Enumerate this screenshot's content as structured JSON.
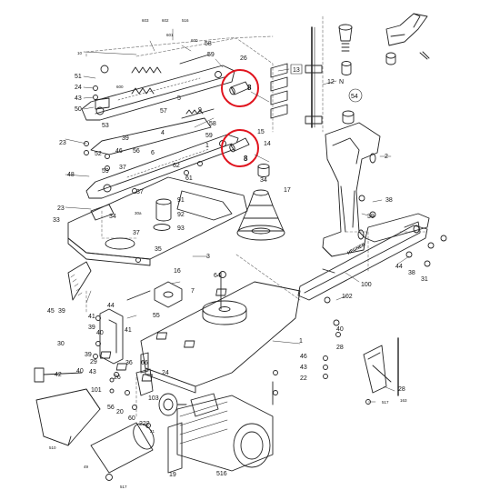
{
  "diagram": {
    "highlighted_part": "8",
    "machine_plate_text": "HEGNER",
    "callouts": [
      {
        "id": "c603",
        "text": "603"
      },
      {
        "id": "c602",
        "text": "602"
      },
      {
        "id": "c516",
        "text": "516"
      },
      {
        "id": "c601",
        "text": "601"
      },
      {
        "id": "c600a",
        "text": "600"
      },
      {
        "id": "c58a",
        "text": "58"
      },
      {
        "id": "c59a",
        "text": "59"
      },
      {
        "id": "c26a",
        "text": "26"
      },
      {
        "id": "c10",
        "text": "10"
      },
      {
        "id": "c51",
        "text": "51"
      },
      {
        "id": "c24a",
        "text": "24"
      },
      {
        "id": "c43a",
        "text": "43"
      },
      {
        "id": "c50",
        "text": "50"
      },
      {
        "id": "c600b",
        "text": "600"
      },
      {
        "id": "c5",
        "text": "5"
      },
      {
        "id": "c57",
        "text": "57"
      },
      {
        "id": "c53",
        "text": "53"
      },
      {
        "id": "c4",
        "text": "4"
      },
      {
        "id": "c9",
        "text": "9"
      },
      {
        "id": "c58b",
        "text": "58"
      },
      {
        "id": "c59b",
        "text": "59"
      },
      {
        "id": "c1a",
        "text": "1"
      },
      {
        "id": "c8a",
        "text": "8"
      },
      {
        "id": "c8b",
        "text": "8"
      },
      {
        "id": "c13",
        "text": "13"
      },
      {
        "id": "c12",
        "text": "12"
      },
      {
        "id": "cN",
        "text": "N"
      },
      {
        "id": "c54",
        "text": "54"
      },
      {
        "id": "c15",
        "text": "15"
      },
      {
        "id": "c23a",
        "text": "23"
      },
      {
        "id": "c52",
        "text": "52"
      },
      {
        "id": "c39a",
        "text": "39"
      },
      {
        "id": "c46a",
        "text": "46"
      },
      {
        "id": "c56a",
        "text": "56"
      },
      {
        "id": "c6",
        "text": "6"
      },
      {
        "id": "c37a",
        "text": "37"
      },
      {
        "id": "c14",
        "text": "14"
      },
      {
        "id": "c2",
        "text": "2"
      },
      {
        "id": "c48",
        "text": "48"
      },
      {
        "id": "c59c",
        "text": "59"
      },
      {
        "id": "c62",
        "text": "62"
      },
      {
        "id": "c61",
        "text": "61"
      },
      {
        "id": "c34",
        "text": "34"
      },
      {
        "id": "c17",
        "text": "17"
      },
      {
        "id": "c37b",
        "text": "37"
      },
      {
        "id": "c91",
        "text": "91"
      },
      {
        "id": "c92",
        "text": "92"
      },
      {
        "id": "c93",
        "text": "93"
      },
      {
        "id": "c23b",
        "text": "23"
      },
      {
        "id": "c33",
        "text": "33"
      },
      {
        "id": "c34b",
        "text": "34"
      },
      {
        "id": "c30a",
        "text": "30a"
      },
      {
        "id": "c37c",
        "text": "37"
      },
      {
        "id": "c35",
        "text": "35"
      },
      {
        "id": "c38",
        "text": "38"
      },
      {
        "id": "c39b",
        "text": "39"
      },
      {
        "id": "c3",
        "text": "3"
      },
      {
        "id": "c44a",
        "text": "44"
      },
      {
        "id": "c38b",
        "text": "38"
      },
      {
        "id": "c31",
        "text": "31"
      },
      {
        "id": "c16",
        "text": "16"
      },
      {
        "id": "c64",
        "text": "64"
      },
      {
        "id": "c7",
        "text": "7"
      },
      {
        "id": "c100",
        "text": "100"
      },
      {
        "id": "c102",
        "text": "102"
      },
      {
        "id": "c45",
        "text": "45"
      },
      {
        "id": "c39c",
        "text": "39"
      },
      {
        "id": "c44b",
        "text": "44"
      },
      {
        "id": "c41a",
        "text": "41"
      },
      {
        "id": "c55",
        "text": "55"
      },
      {
        "id": "c39d",
        "text": "39"
      },
      {
        "id": "c40a",
        "text": "40"
      },
      {
        "id": "c41b",
        "text": "41"
      },
      {
        "id": "c40b",
        "text": "40"
      },
      {
        "id": "c28",
        "text": "28"
      },
      {
        "id": "c30",
        "text": "30"
      },
      {
        "id": "c39e",
        "text": "39"
      },
      {
        "id": "c1b",
        "text": "1"
      },
      {
        "id": "c46b",
        "text": "46"
      },
      {
        "id": "c43b",
        "text": "43"
      },
      {
        "id": "c22",
        "text": "22"
      },
      {
        "id": "c42",
        "text": "42"
      },
      {
        "id": "c40c",
        "text": "40"
      },
      {
        "id": "c29",
        "text": "29"
      },
      {
        "id": "c36",
        "text": "36"
      },
      {
        "id": "c66",
        "text": "66"
      },
      {
        "id": "c24b",
        "text": "24"
      },
      {
        "id": "c43c",
        "text": "43"
      },
      {
        "id": "c101",
        "text": "101"
      },
      {
        "id": "c28b",
        "text": "28"
      },
      {
        "id": "c26b",
        "text": "26"
      },
      {
        "id": "c56b",
        "text": "56"
      },
      {
        "id": "c20",
        "text": "20"
      },
      {
        "id": "c60",
        "text": "60"
      },
      {
        "id": "c222",
        "text": "222"
      },
      {
        "id": "c21",
        "text": "21"
      },
      {
        "id": "c103",
        "text": "103"
      },
      {
        "id": "c517a",
        "text": "517"
      },
      {
        "id": "c163",
        "text": "163"
      },
      {
        "id": "c510",
        "text": "510"
      },
      {
        "id": "c49",
        "text": "49"
      },
      {
        "id": "c19",
        "text": "19"
      },
      {
        "id": "c516b",
        "text": "516"
      },
      {
        "id": "c517b",
        "text": "517"
      }
    ]
  }
}
